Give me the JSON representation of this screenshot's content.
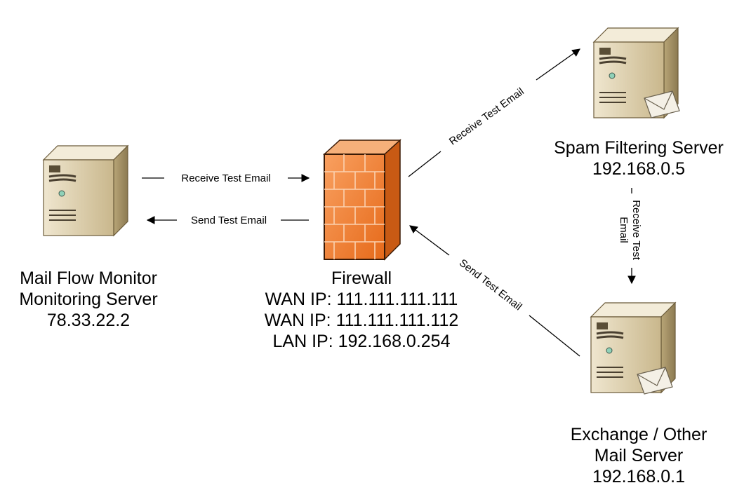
{
  "nodes": {
    "monitor": {
      "icon": "server-icon",
      "lines": [
        "Mail Flow Monitor",
        "Monitoring Server",
        "78.33.22.2"
      ]
    },
    "firewall": {
      "icon": "firewall-icon",
      "lines": [
        "Firewall",
        "WAN IP: 111.111.111.111",
        "WAN IP: 111.111.111.112",
        "LAN IP: 192.168.0.254"
      ]
    },
    "spam": {
      "icon": "mail-server-icon",
      "lines": [
        "Spam Filtering Server",
        "192.168.0.5"
      ]
    },
    "exchange": {
      "icon": "mail-server-icon",
      "lines": [
        "Exchange / Other",
        "Mail Server",
        "192.168.0.1"
      ]
    }
  },
  "edges": {
    "monitor_to_firewall": "Receive Test Email",
    "firewall_to_monitor": "Send Test Email",
    "firewall_to_spam": "Receive Test Email",
    "spam_to_exchange_line1": "Receive Test",
    "spam_to_exchange_line2": "Email",
    "exchange_to_firewall": "Send Test Email"
  },
  "colors": {
    "server_body": "#d8c8a0",
    "firewall_brick": "#f07a2a",
    "line": "#000000"
  }
}
